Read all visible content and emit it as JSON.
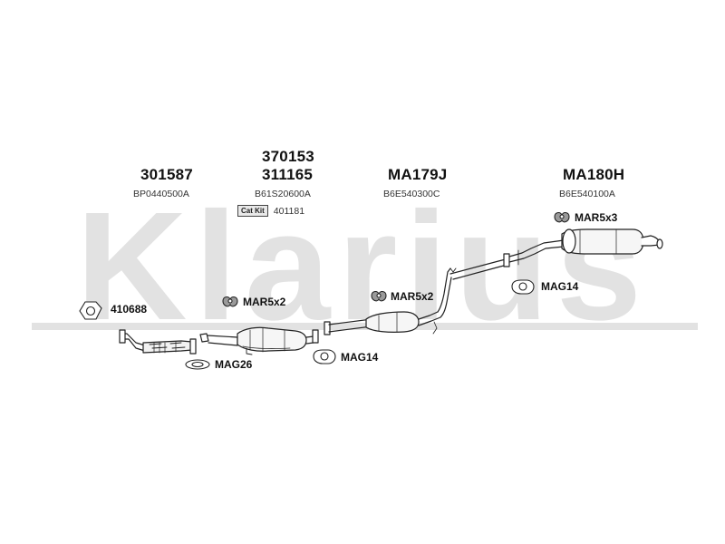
{
  "watermark": {
    "text": "Klarius",
    "color": "#e2e2e2"
  },
  "groups": [
    {
      "part_numbers": [
        "301587"
      ],
      "oe_number": "BP0440500A"
    },
    {
      "part_numbers": [
        "370153",
        "311165"
      ],
      "oe_number": "B61S20600A"
    },
    {
      "part_numbers": [
        "MA179J"
      ],
      "oe_number": "B6E540300C"
    },
    {
      "part_numbers": [
        "MA180H"
      ],
      "oe_number": "B6E540100A"
    }
  ],
  "cat_kit": {
    "badge": "Cat Kit",
    "number": "401181"
  },
  "fittings": [
    {
      "icon": "gasket-icon",
      "label": "410688"
    },
    {
      "icon": "rubber-mount-icon",
      "label": "MAR5x2"
    },
    {
      "icon": "clamp-ring-icon",
      "label": "MAG26"
    },
    {
      "icon": "rubber-mount-icon",
      "label": "MAR5x2"
    },
    {
      "icon": "gasket-icon",
      "label": "MAG14"
    },
    {
      "icon": "rubber-mount-icon",
      "label": "MAR5x3"
    },
    {
      "icon": "gasket-icon",
      "label": "MAG14"
    }
  ],
  "colors": {
    "line": "#222222",
    "part_fill": "#ffffff",
    "shade": "#bfbfbf"
  }
}
